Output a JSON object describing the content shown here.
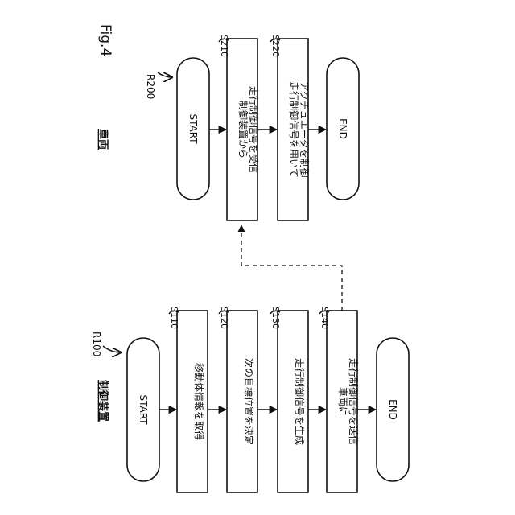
{
  "figure_label": "Fig.4",
  "vehicle_flow": {
    "title": "車両",
    "ref": "R200",
    "start": "START",
    "steps": [
      {
        "id": "S210",
        "lines": [
          "制御装置から",
          "走行制御信号を受信"
        ]
      },
      {
        "id": "S220",
        "lines": [
          "走行制御信号を用いて",
          "アクチュエータを制御"
        ]
      }
    ],
    "end": "END"
  },
  "controller_flow": {
    "title": "制御装置",
    "ref": "R100",
    "start": "START",
    "steps": [
      {
        "id": "S110",
        "lines": [
          "移動体情報を取得"
        ]
      },
      {
        "id": "S120",
        "lines": [
          "次の目標位置を決定"
        ]
      },
      {
        "id": "S130",
        "lines": [
          "走行制御信号を生成"
        ]
      },
      {
        "id": "S140",
        "lines": [
          "車両に",
          "走行制御信号を送信"
        ]
      }
    ],
    "end": "END"
  }
}
